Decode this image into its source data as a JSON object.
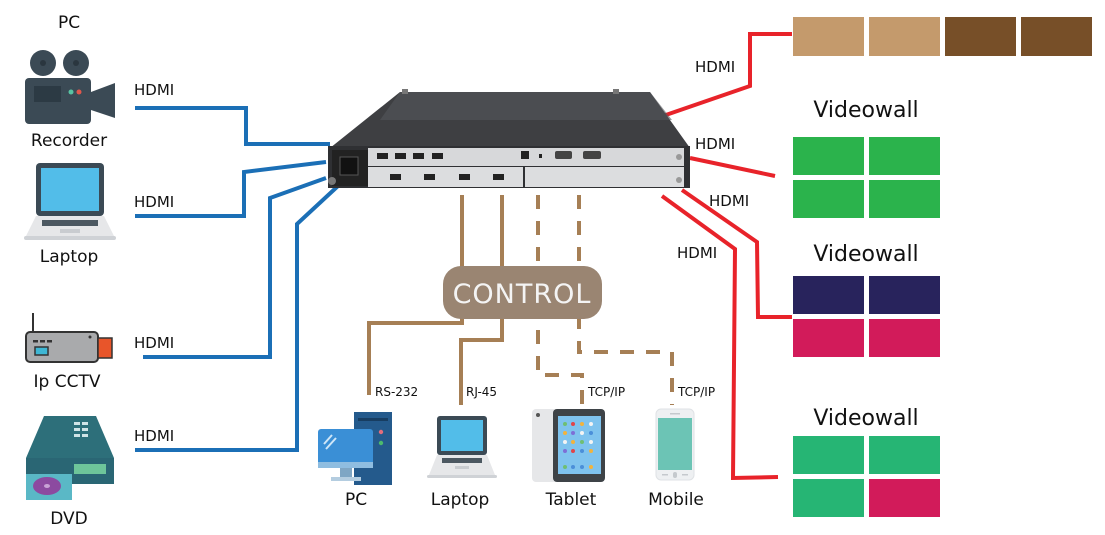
{
  "colors": {
    "input_line": "#1b6fb6",
    "output_line": "#e8232a",
    "control_line": "#a67f55",
    "control_badge": "#9a8572",
    "wall_tan": "#c49a6c",
    "wall_brown": "#774f28",
    "wall_green": "#2bb34c",
    "wall_navy": "#28235c",
    "wall_magenta": "#d21b5a",
    "wall_teal": "#26b574"
  },
  "inputs": [
    {
      "id": "recorder",
      "top_label": "PC",
      "label": "Recorder",
      "link_label": "HDMI",
      "icon": "video-camera-icon"
    },
    {
      "id": "laptop",
      "label": "Laptop",
      "link_label": "HDMI",
      "icon": "laptop-icon"
    },
    {
      "id": "ipcctv",
      "label": "Ip CCTV",
      "link_label": "HDMI",
      "icon": "cctv-camera-icon"
    },
    {
      "id": "dvd",
      "label": "DVD",
      "link_label": "HDMI",
      "icon": "dvd-player-icon"
    }
  ],
  "device": {
    "name": "video-wall-controller",
    "icon": "rack-device-icon"
  },
  "control": {
    "label": "CONTROL",
    "clients": [
      {
        "id": "pc",
        "label": "PC",
        "link_label": "RS-232",
        "link_style": "solid",
        "icon": "desktop-pc-icon"
      },
      {
        "id": "laptop",
        "label": "Laptop",
        "link_label": "RJ-45",
        "link_style": "solid",
        "icon": "laptop-icon"
      },
      {
        "id": "tablet",
        "label": "Tablet",
        "link_label": "TCP/IP",
        "link_style": "dashed",
        "icon": "tablet-icon"
      },
      {
        "id": "mobile",
        "label": "Mobile",
        "link_label": "TCP/IP",
        "link_style": "dashed",
        "icon": "mobile-phone-icon"
      }
    ]
  },
  "outputs": [
    {
      "id": "wall-1",
      "title": "",
      "link_label": "HDMI",
      "layout": "1x4",
      "tiles": [
        "tan",
        "tan",
        "brown",
        "brown"
      ]
    },
    {
      "id": "wall-2",
      "title": "Videowall",
      "link_label": "HDMI",
      "layout": "2x2",
      "tiles": [
        "green",
        "green",
        "green",
        "green"
      ]
    },
    {
      "id": "wall-3",
      "title": "Videowall",
      "link_label": "HDMI",
      "layout": "2x2",
      "tiles": [
        "navy",
        "navy",
        "magenta",
        "magenta"
      ]
    },
    {
      "id": "wall-4",
      "title": "Videowall",
      "link_label": "HDMI",
      "layout": "2x2",
      "tiles": [
        "teal",
        "teal",
        "teal",
        "magenta"
      ]
    }
  ]
}
